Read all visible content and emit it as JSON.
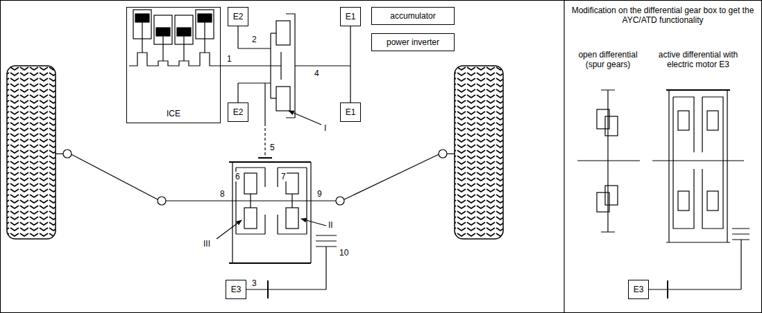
{
  "diagram": {
    "nodes": [
      {
        "text": [
          "ICE"
        ]
      },
      {
        "text": [
          "E2"
        ]
      },
      {
        "text": [
          "E1"
        ]
      },
      {
        "text": [
          "accumulator"
        ]
      },
      {
        "text": [
          "power inverter"
        ]
      },
      {
        "text": [
          "E2"
        ]
      },
      {
        "text": [
          "E1"
        ]
      },
      {
        "text": [
          "E3"
        ]
      },
      {
        "text": [
          "E3"
        ]
      }
    ],
    "labels": [
      "Modification on the differential gear box to get the AYC/ATD functionality",
      "open differential (spur gears)",
      "active differential with electric motor E3",
      "1",
      "2",
      "4",
      "5",
      "I",
      "6",
      "7",
      "8",
      "9",
      "III",
      "II",
      "10",
      "3"
    ]
  }
}
